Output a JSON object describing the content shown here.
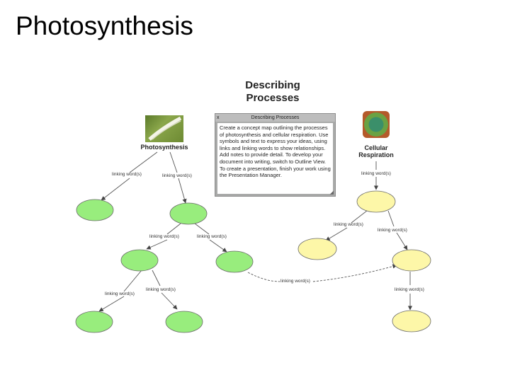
{
  "title": "Photosynthesis",
  "heading": "Describing Processes",
  "note": {
    "close": "x",
    "title": "Describing Processes",
    "body": "Create a concept map outlining the processes of photosynthesis and cellular respiration. Use symbols and text to express your ideas, using links and linking words to show relationships. Add notes to provide detail. To develop your document into writing, switch to Outline View. To create a presentation, finish your work using the Presentation Manager."
  },
  "nodes": {
    "photosynthesis": "Photosynthesis",
    "cellular_respiration": "Cellular Respiration"
  },
  "linking_word": "linking word(s)",
  "colors": {
    "green": "#98ed7d",
    "yellow": "#fdf7a8",
    "note": "#a9aaa9"
  }
}
